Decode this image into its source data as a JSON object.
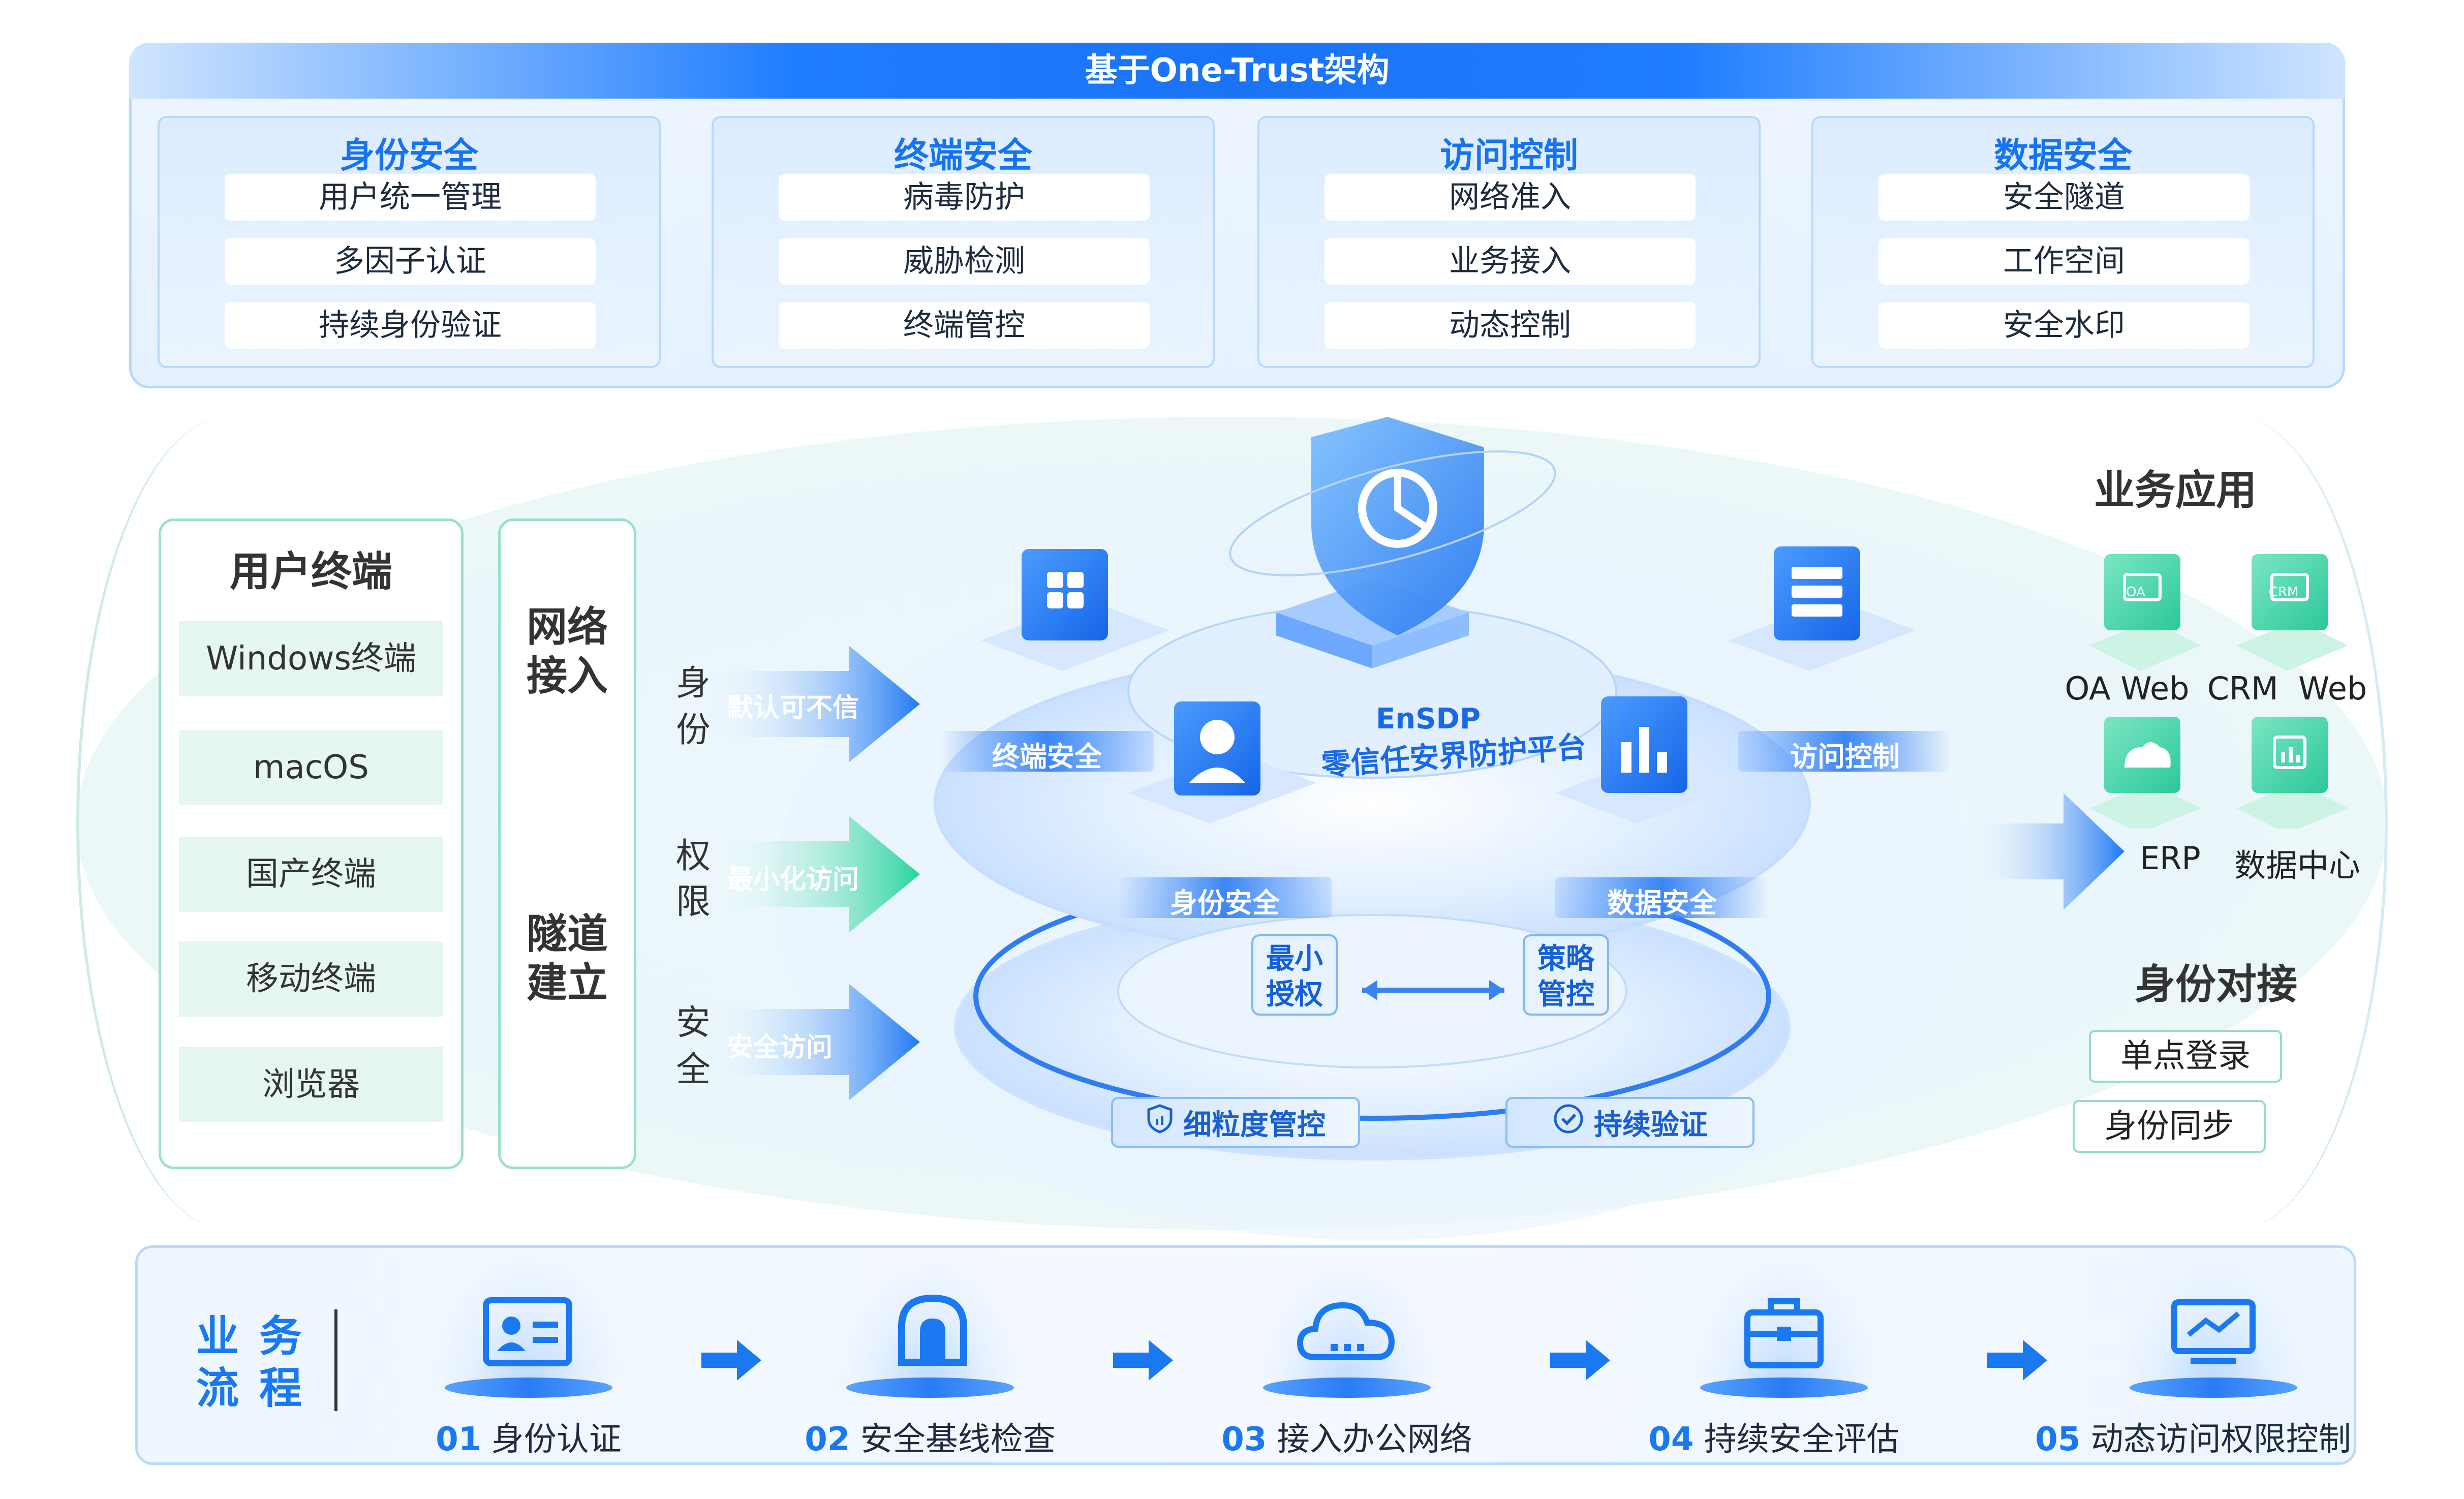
{
  "top": {
    "title": "基于One-Trust架构",
    "categories": [
      {
        "title": "身份安全",
        "items": [
          "用户统一管理",
          "多因子认证",
          "持续身份验证"
        ]
      },
      {
        "title": "终端安全",
        "items": [
          "病毒防护",
          "威胁检测",
          "终端管控"
        ]
      },
      {
        "title": "访问控制",
        "items": [
          "网络准入",
          "业务接入",
          "动态控制"
        ]
      },
      {
        "title": "数据安全",
        "items": [
          "安全隧道",
          "工作空间",
          "安全水印"
        ]
      }
    ]
  },
  "user_terminal": {
    "title": "用户终端",
    "items": [
      "Windows终端",
      "macOS",
      "国产终端",
      "移动终端",
      "浏览器"
    ]
  },
  "network": {
    "line1": "网络",
    "line1b": "接入",
    "line2": "隧道",
    "line2b": "建立"
  },
  "arrows": [
    {
      "side_a": "身",
      "side_b": "份",
      "label": "默认可不信"
    },
    {
      "side_a": "权",
      "side_b": "限",
      "label": "最小化访问"
    },
    {
      "side_a": "安",
      "side_b": "全",
      "label": "安全访问"
    }
  ],
  "platform": {
    "name": "EnSDP",
    "subtitle": "零信任安界防护平台",
    "modules": [
      "终端安全",
      "访问控制",
      "身份安全",
      "数据安全"
    ],
    "mini_left": "最小\n授权",
    "mini_left_a": "最小",
    "mini_left_b": "授权",
    "mini_right_a": "策略",
    "mini_right_b": "管控",
    "pill_left": "细粒度管控",
    "pill_right": "持续验证"
  },
  "right": {
    "apps_title": "业务应用",
    "apps": [
      "OA Web",
      "CRM  Web",
      "ERP",
      "数据中心"
    ],
    "app_icon_text": [
      "OA",
      "CRM"
    ],
    "identity_title": "身份对接",
    "identity_items": [
      "单点登录",
      "身份同步"
    ]
  },
  "bottom": {
    "title_a": "业务",
    "title_b": "流程",
    "steps": [
      {
        "num": "01",
        "label": "身份认证"
      },
      {
        "num": "02",
        "label": "安全基线检查"
      },
      {
        "num": "03",
        "label": "接入办公网络"
      },
      {
        "num": "04",
        "label": "持续安全评估"
      },
      {
        "num": "05",
        "label": "动态访问权限控制"
      }
    ]
  },
  "colors": {
    "primary": "#1a78f0",
    "green": "#2dd4a0",
    "accent_light": "#b6d8fb"
  }
}
